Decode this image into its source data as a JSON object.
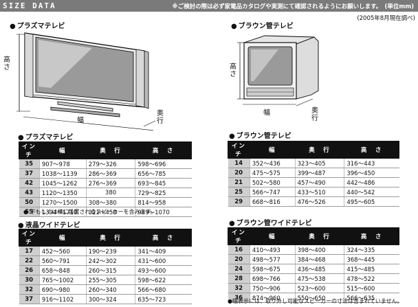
{
  "header": {
    "title": "SIZE DATA",
    "note": "※ご検討の際は必ず家電品カタログや実測にて確認されるようにお願いします。　(単位mm)",
    "date_note": "(2005年8月現在調べ)"
  },
  "labels": {
    "height": "高さ",
    "width": "幅",
    "depth": "奥行"
  },
  "plasma_drawing": {
    "heading": "プラズマテレビ"
  },
  "crt_drawing": {
    "heading": "ブラウン管テレビ"
  },
  "columns": [
    "インチ",
    "幅",
    "奥　行",
    "高　さ"
  ],
  "plasma": {
    "heading": "プラズマテレビ",
    "rows": [
      [
        "35",
        "907〜978",
        "279〜326",
        "598〜696"
      ],
      [
        "37",
        "1038〜1139",
        "286〜369",
        "656〜785"
      ],
      [
        "42",
        "1045〜1262",
        "276〜369",
        "693〜845"
      ],
      [
        "43",
        "1120〜1350",
        "380",
        "729〜825"
      ],
      [
        "50",
        "1270〜1500",
        "308〜380",
        "814〜958"
      ],
      [
        "55",
        "1394〜1710",
        "321〜450",
        "939〜1070"
      ]
    ],
    "footnote": "● 下もしくは横に設置されるスピーカーを含みます。"
  },
  "lcd_wide": {
    "heading": "液晶ワイドテレビ",
    "rows": [
      [
        "17",
        "452〜560",
        "190〜239",
        "341〜409"
      ],
      [
        "22",
        "560〜791",
        "242〜302",
        "431〜600"
      ],
      [
        "26",
        "658〜848",
        "260〜315",
        "493〜600"
      ],
      [
        "30",
        "765〜1002",
        "255〜305",
        "598〜622"
      ],
      [
        "32",
        "690〜980",
        "260〜340",
        "566〜680"
      ],
      [
        "37",
        "916〜1102",
        "300〜324",
        "635〜723"
      ]
    ]
  },
  "crt": {
    "heading": "ブラウン管テレビ",
    "rows": [
      [
        "14",
        "352〜436",
        "323〜405",
        "316〜443"
      ],
      [
        "20",
        "475〜575",
        "399〜487",
        "396〜450"
      ],
      [
        "21",
        "502〜580",
        "457〜490",
        "442〜486"
      ],
      [
        "25",
        "566〜747",
        "433〜510",
        "440〜542"
      ],
      [
        "29",
        "668〜816",
        "476〜526",
        "495〜605"
      ]
    ]
  },
  "crt_wide": {
    "heading": "ブラウン管ワイドテレビ",
    "rows": [
      [
        "16",
        "410〜493",
        "398〜400",
        "324〜335"
      ],
      [
        "20",
        "498〜577",
        "384〜468",
        "368〜445"
      ],
      [
        "24",
        "598〜675",
        "436〜485",
        "415〜485"
      ],
      [
        "28",
        "698〜766",
        "475〜538",
        "478〜522"
      ],
      [
        "32",
        "750〜906",
        "523〜600",
        "515〜600"
      ],
      [
        "36",
        "874〜960",
        "550〜650",
        "566〜635"
      ]
    ],
    "footnote": "●幅表示には、取り外し可能なスピーカーの寸法は含まれていません。"
  }
}
